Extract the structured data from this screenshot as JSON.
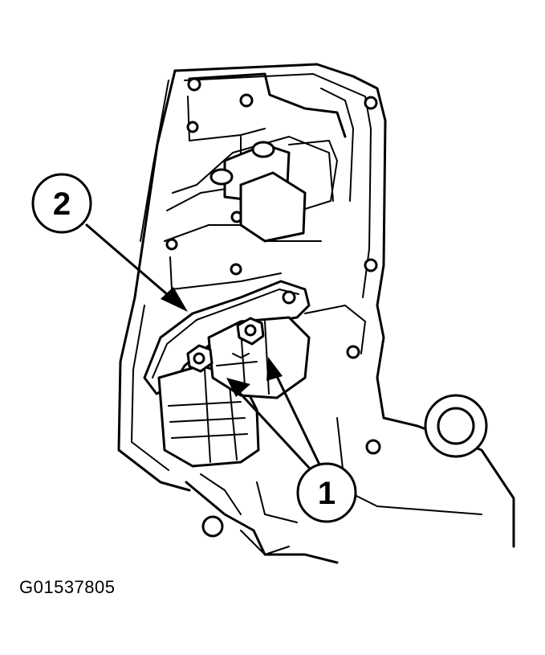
{
  "figure_id": "G01537805",
  "callouts": [
    {
      "label": "2",
      "target": "gasket"
    },
    {
      "label": "1",
      "target": "bolts"
    }
  ]
}
